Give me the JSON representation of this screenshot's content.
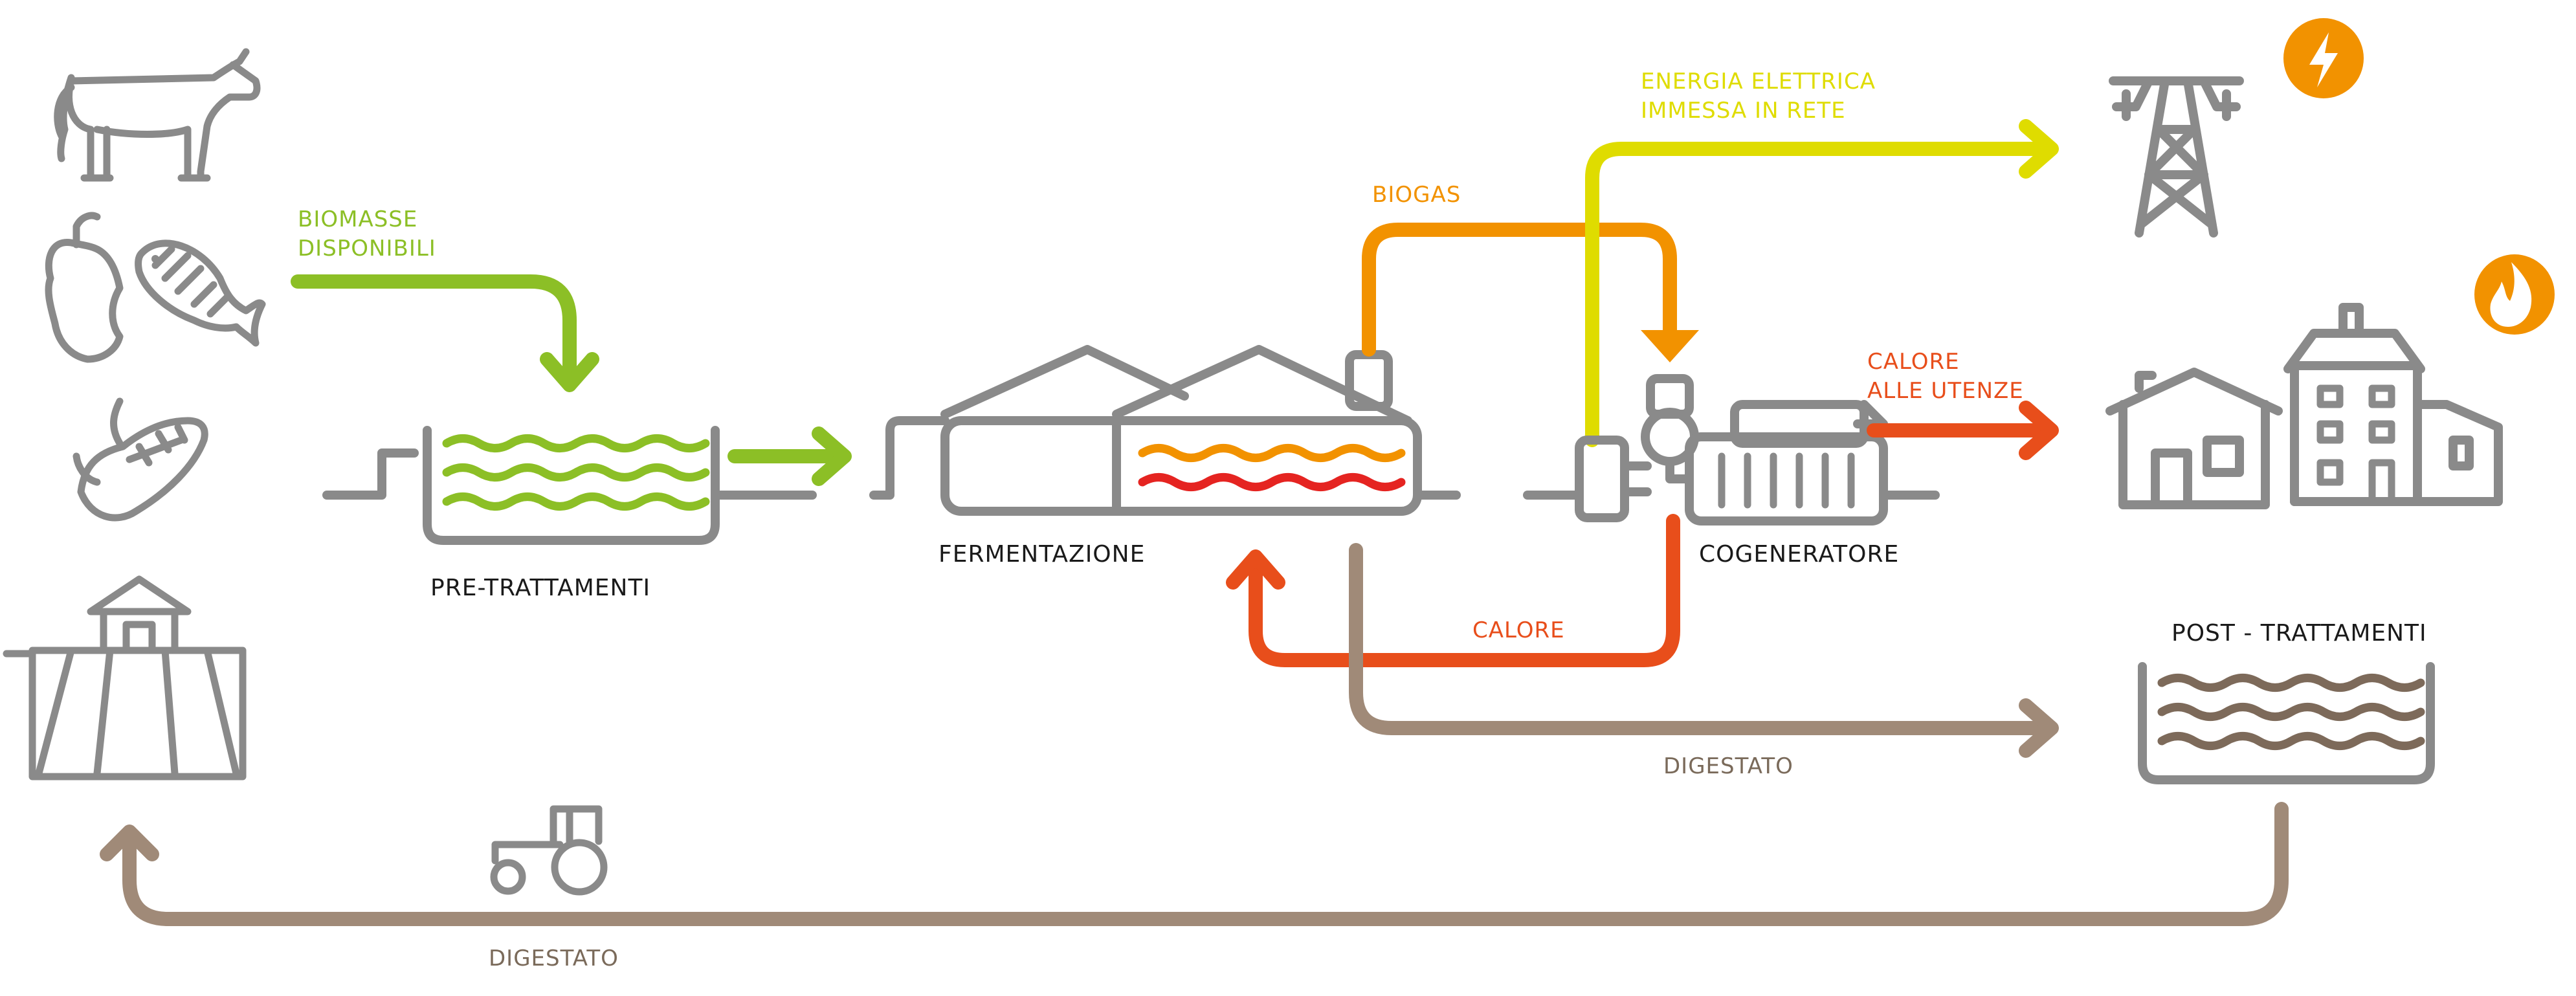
{
  "labels": {
    "biomasse": [
      "BIOMASSE",
      "DISPONIBILI"
    ],
    "pre_trattamenti": "PRE-TRATTAMENTI",
    "fermentazione": "FERMENTAZIONE",
    "biogas": "BIOGAS",
    "energia": [
      "ENERGIA ELETTRICA",
      "IMMESSA IN RETE"
    ],
    "calore_utenze": [
      "CALORE",
      "ALLE UTENZE"
    ],
    "cogeneratore": "COGENERATORE",
    "calore": "CALORE",
    "post_trattamenti": "POST - TRATTAMENTI",
    "digestato_upper": "DIGESTATO",
    "digestato_lower": "DIGESTATO"
  },
  "colors": {
    "gray": "#8a8a8a",
    "green": "#8cbf26",
    "orange": "#f29200",
    "red_orange": "#e84e1b",
    "yellow": "#dfdc00",
    "brown": "#a08a78",
    "brown_text": "#7a6a5a",
    "wave_red": "#e52421",
    "wave_brown": "#7d6a5a"
  },
  "icons": {
    "electricity_badge": "lightning-bolt-icon",
    "heat_badge": "flame-icon"
  }
}
